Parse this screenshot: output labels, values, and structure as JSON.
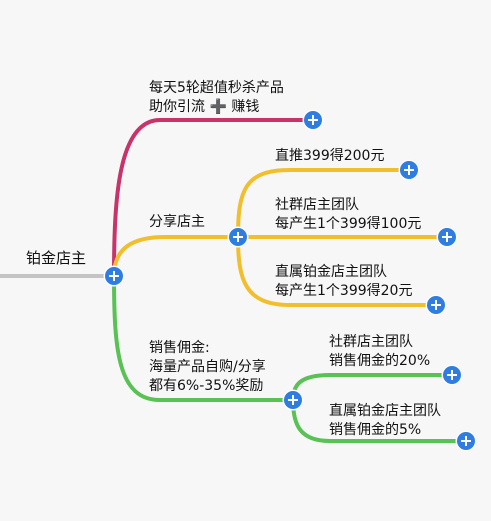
{
  "root": {
    "label": "铂金店主"
  },
  "branches": [
    {
      "label_lines": [
        "每天5轮超值秒杀产品",
        "助你引流 ➕ 赚钱"
      ],
      "color": "#c8336a",
      "children": []
    },
    {
      "label_lines": [
        "分享店主"
      ],
      "color": "#f1bf2b",
      "children": [
        {
          "label_lines": [
            "直推399得200元"
          ]
        },
        {
          "label_lines": [
            "社群店主团队",
            "每产生1个399得100元"
          ]
        },
        {
          "label_lines": [
            "直属铂金店主团队",
            "每产生1个399得20元"
          ]
        }
      ]
    },
    {
      "label_lines": [
        "销售佣金:",
        "海量产品自购/分享",
        "都有6%-35%奖励"
      ],
      "color": "#58c254",
      "children": [
        {
          "label_lines": [
            "社群店主团队",
            "销售佣金的20%"
          ]
        },
        {
          "label_lines": [
            "直属铂金店主团队",
            "销售佣金的5%"
          ]
        }
      ]
    }
  ],
  "colors": {
    "root_line": "#c4c4c4",
    "expand_button": "#2f7de1"
  }
}
